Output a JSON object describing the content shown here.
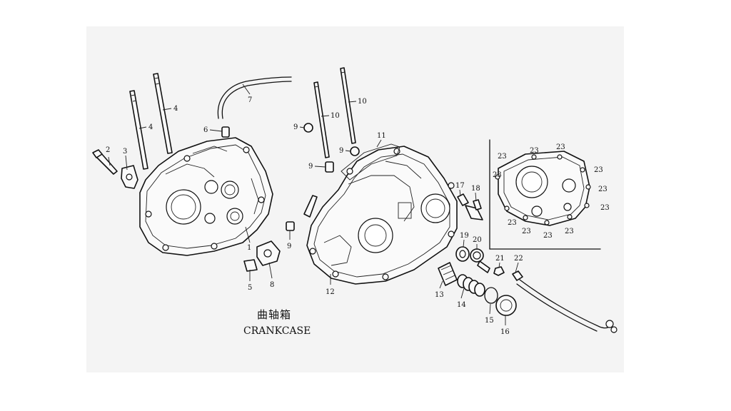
{
  "caption": {
    "title_cn": "曲轴箱",
    "title_en": "CRANKCASE"
  },
  "callouts": [
    {
      "id": "c2",
      "text": "2"
    },
    {
      "id": "c3",
      "text": "3"
    },
    {
      "id": "c4a",
      "text": "4"
    },
    {
      "id": "c4b",
      "text": "4"
    },
    {
      "id": "c6",
      "text": "6"
    },
    {
      "id": "c7",
      "text": "7"
    },
    {
      "id": "c1",
      "text": "1"
    },
    {
      "id": "c5",
      "text": "5"
    },
    {
      "id": "c8",
      "text": "8"
    },
    {
      "id": "c9a",
      "text": "9"
    },
    {
      "id": "c9b",
      "text": "9"
    },
    {
      "id": "c9c",
      "text": "9"
    },
    {
      "id": "c9d",
      "text": "9"
    },
    {
      "id": "c10a",
      "text": "10"
    },
    {
      "id": "c10b",
      "text": "10"
    },
    {
      "id": "c11",
      "text": "11"
    },
    {
      "id": "c12",
      "text": "12"
    },
    {
      "id": "c13",
      "text": "13"
    },
    {
      "id": "c14",
      "text": "14"
    },
    {
      "id": "c15",
      "text": "15"
    },
    {
      "id": "c16",
      "text": "16"
    },
    {
      "id": "c17",
      "text": "17"
    },
    {
      "id": "c18",
      "text": "18"
    },
    {
      "id": "c19",
      "text": "19"
    },
    {
      "id": "c20",
      "text": "20"
    },
    {
      "id": "c21",
      "text": "21"
    },
    {
      "id": "c22",
      "text": "22"
    },
    {
      "id": "c23a",
      "text": "23"
    },
    {
      "id": "c23b",
      "text": "23"
    },
    {
      "id": "c23c",
      "text": "23"
    },
    {
      "id": "c23d",
      "text": "23"
    },
    {
      "id": "c23e",
      "text": "23"
    },
    {
      "id": "c23f",
      "text": "23"
    },
    {
      "id": "c23g",
      "text": "23"
    },
    {
      "id": "c23h",
      "text": "23"
    },
    {
      "id": "c23i",
      "text": "23"
    },
    {
      "id": "c23j",
      "text": "23"
    },
    {
      "id": "c23k",
      "text": "23"
    }
  ]
}
